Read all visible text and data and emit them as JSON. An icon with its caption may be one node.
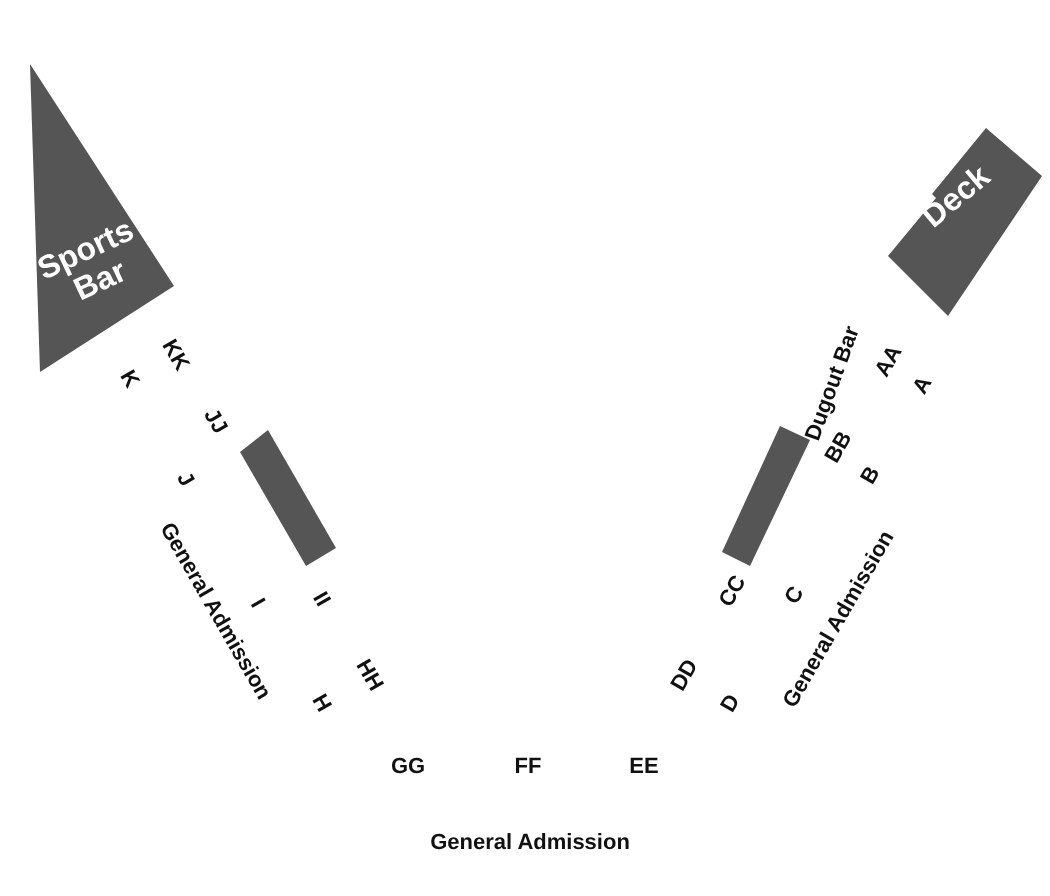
{
  "diagram": {
    "nodes": [
      {
        "text": [
          "Sports Bar"
        ]
      },
      {
        "text": [
          "Deck"
        ]
      }
    ],
    "edges": [],
    "labels": [
      "KK",
      "K",
      "JJ",
      "J",
      "General Admission",
      "I",
      "II",
      "HH",
      "H",
      "GG",
      "FF",
      "EE",
      "DD",
      "D",
      "CC",
      "C",
      "General Admission",
      "Dugout Bar",
      "BB",
      "B",
      "AA",
      "A",
      "General Admission"
    ]
  }
}
